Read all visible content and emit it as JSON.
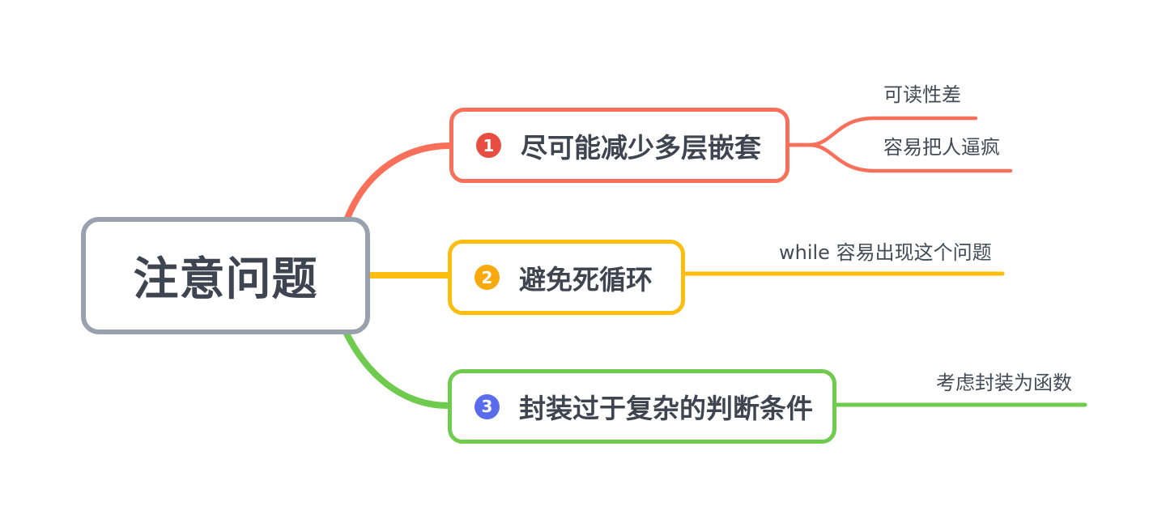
{
  "central": {
    "title": "注意问题"
  },
  "branches": [
    {
      "badge": "1",
      "label": "尽可能减少多层嵌套",
      "border_color": "#F9705A",
      "badge_color": "#E74D41",
      "children": [
        "可读性差",
        "容易把人逼疯"
      ]
    },
    {
      "badge": "2",
      "label": "避免死循环",
      "border_color": "#FBBD0E",
      "badge_color": "#F8A90D",
      "children": [
        "while 容易出现这个问题"
      ]
    },
    {
      "badge": "3",
      "label": "封装过于复杂的判断条件",
      "border_color": "#6FCB4D",
      "badge_color": "#5A6CEB",
      "children": [
        "考虑封装为函数"
      ]
    }
  ],
  "colors": {
    "red": "#F9705A",
    "yellow": "#FBBD0E",
    "green": "#6FCB4D",
    "gray_border": "#99A1AF",
    "title_text": "#3E4550",
    "child_text": "#424B56",
    "background": "#FFFFFF"
  }
}
